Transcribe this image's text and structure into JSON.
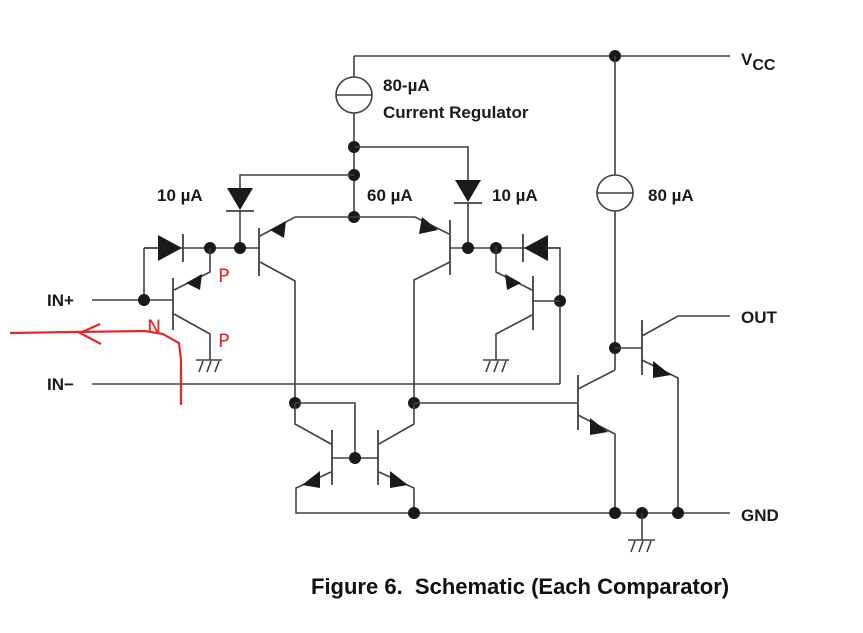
{
  "figure": {
    "caption": "Figure 6.  Schematic (Each Comparator)"
  },
  "labels": {
    "vcc_main": "V",
    "vcc_sub": "CC",
    "current_regulator_value": "80-µA",
    "current_regulator_name": "Current Regulator",
    "left_diode_current": "10 µA",
    "tail_current": "60 µA",
    "right_diode_current": "10 µA",
    "output_source_current": "80 µA",
    "in_plus": "IN+",
    "in_minus": "IN−",
    "out": "OUT",
    "gnd": "GND"
  },
  "annotations": {
    "color": "#e8262a",
    "emitter_label": "P",
    "base_label": "N",
    "collector_label": "P"
  }
}
